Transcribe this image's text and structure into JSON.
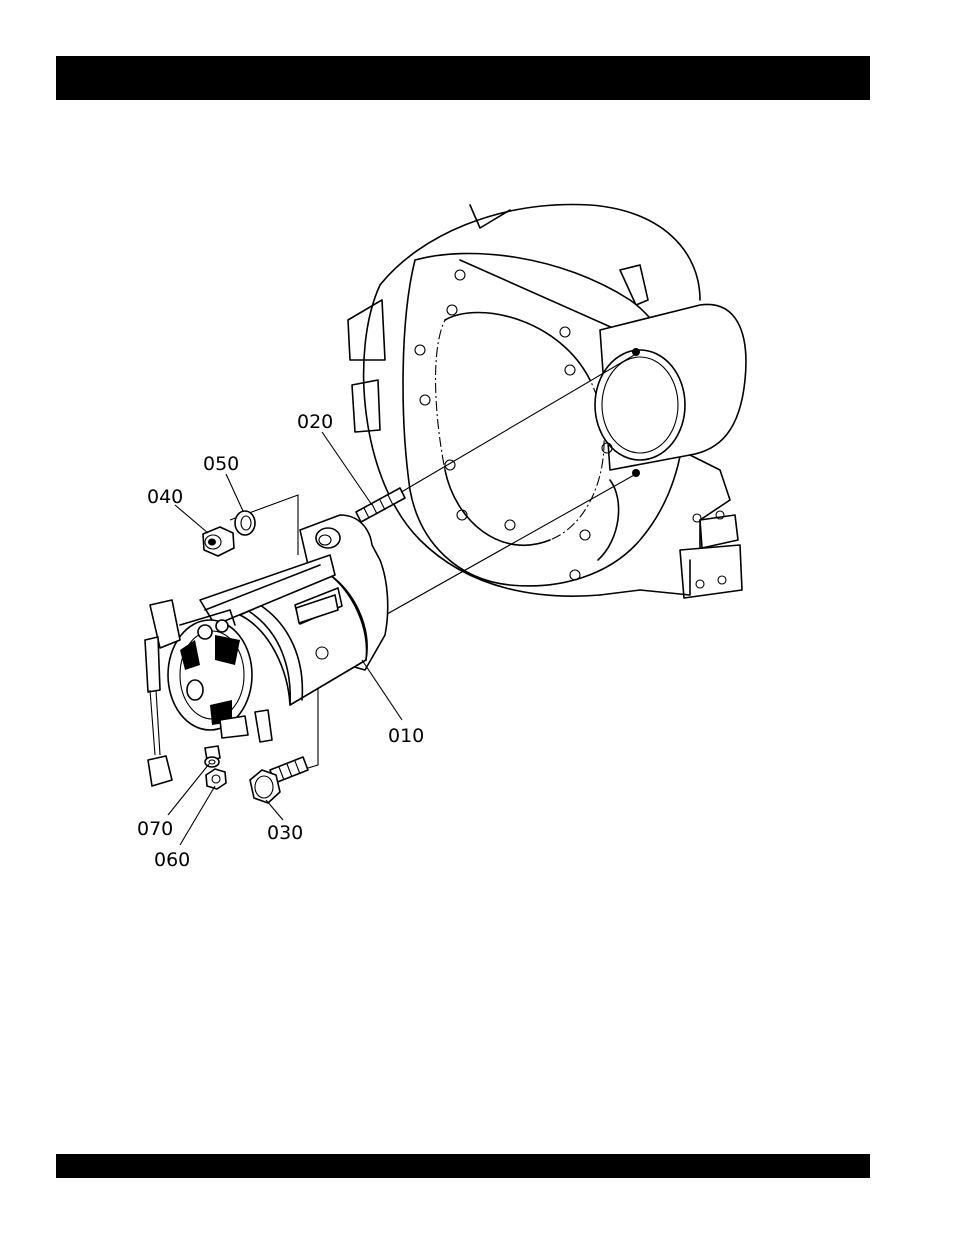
{
  "header_bar": {
    "text": ""
  },
  "footer_bar": {
    "text": ""
  },
  "diagram": {
    "callouts": [
      {
        "id": "010",
        "label": "010"
      },
      {
        "id": "020",
        "label": "020"
      },
      {
        "id": "030",
        "label": "030"
      },
      {
        "id": "040",
        "label": "040"
      },
      {
        "id": "050",
        "label": "050"
      },
      {
        "id": "060",
        "label": "060"
      },
      {
        "id": "070",
        "label": "070"
      }
    ]
  }
}
